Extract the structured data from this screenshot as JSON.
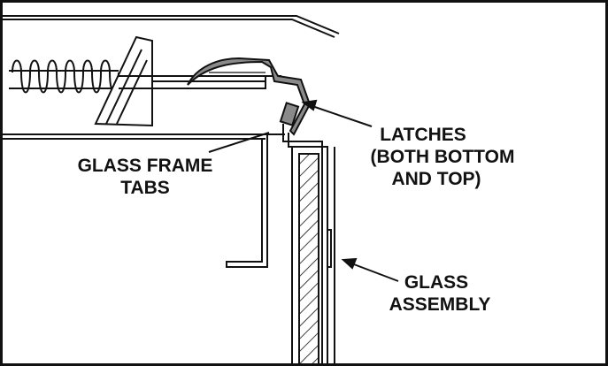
{
  "diagram": {
    "labels": {
      "latches": [
        "LATCHES",
        "(BOTH BOTTOM",
        "AND TOP)"
      ],
      "glass_frame_tabs": [
        "GLASS FRAME",
        "TABS"
      ],
      "glass_assembly": [
        "GLASS",
        "ASSEMBLY"
      ]
    },
    "colors": {
      "line": "#111111",
      "latch_fill": "#8a8a8a",
      "background": "#ffffff"
    }
  }
}
